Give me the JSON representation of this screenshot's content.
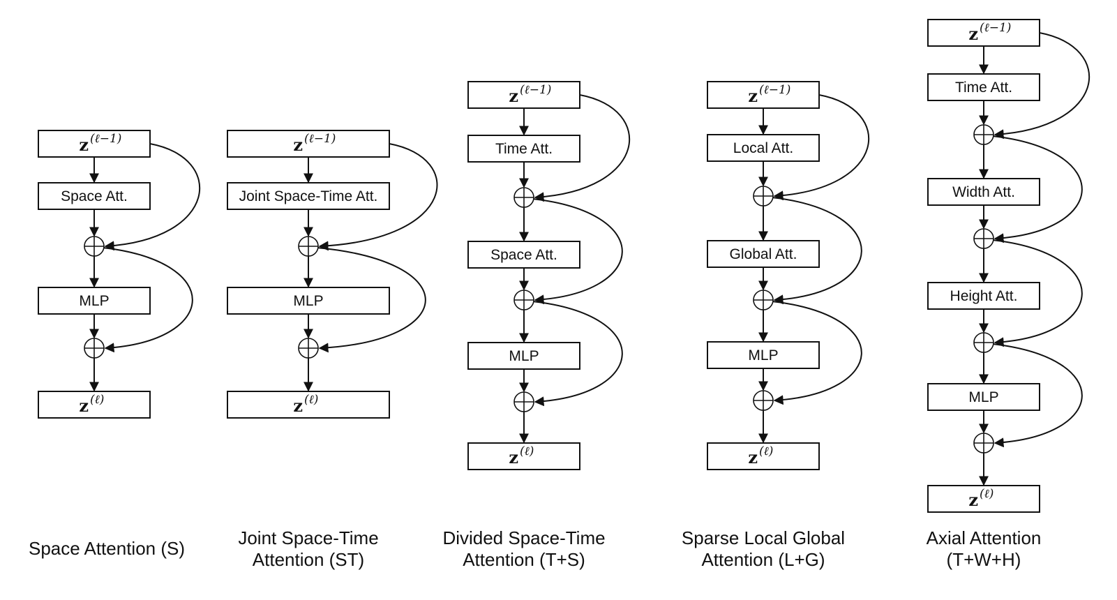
{
  "variants": [
    {
      "id": "space-attention",
      "caption": [
        "Space Attention (S)"
      ],
      "blocks": [
        {
          "type": "z",
          "base": "z",
          "sup": "(ℓ−1)"
        },
        {
          "type": "box",
          "label": "Space Att."
        },
        {
          "type": "add"
        },
        {
          "type": "box",
          "label": "MLP"
        },
        {
          "type": "add"
        },
        {
          "type": "z",
          "base": "z",
          "sup": "(ℓ)"
        }
      ]
    },
    {
      "id": "joint-space-time-attention",
      "caption": [
        "Joint Space-Time",
        "Attention (ST)"
      ],
      "blocks": [
        {
          "type": "z",
          "base": "z",
          "sup": "(ℓ−1)"
        },
        {
          "type": "box",
          "label": "Joint Space-Time Att."
        },
        {
          "type": "add"
        },
        {
          "type": "box",
          "label": "MLP"
        },
        {
          "type": "add"
        },
        {
          "type": "z",
          "base": "z",
          "sup": "(ℓ)"
        }
      ]
    },
    {
      "id": "divided-space-time-attention",
      "caption": [
        "Divided Space-Time",
        "Attention (T+S)"
      ],
      "blocks": [
        {
          "type": "z",
          "base": "z",
          "sup": "(ℓ−1)"
        },
        {
          "type": "box",
          "label": "Time Att."
        },
        {
          "type": "add"
        },
        {
          "type": "box",
          "label": "Space Att."
        },
        {
          "type": "add"
        },
        {
          "type": "box",
          "label": "MLP"
        },
        {
          "type": "add"
        },
        {
          "type": "z",
          "base": "z",
          "sup": "(ℓ)"
        }
      ]
    },
    {
      "id": "sparse-local-global-attention",
      "caption": [
        "Sparse Local Global",
        "Attention (L+G)"
      ],
      "blocks": [
        {
          "type": "z",
          "base": "z",
          "sup": "(ℓ−1)"
        },
        {
          "type": "box",
          "label": "Local Att."
        },
        {
          "type": "add"
        },
        {
          "type": "box",
          "label": "Global Att."
        },
        {
          "type": "add"
        },
        {
          "type": "box",
          "label": "MLP"
        },
        {
          "type": "add"
        },
        {
          "type": "z",
          "base": "z",
          "sup": "(ℓ)"
        }
      ]
    },
    {
      "id": "axial-attention",
      "caption": [
        "Axial Attention",
        "(T+W+H)"
      ],
      "blocks": [
        {
          "type": "z",
          "base": "z",
          "sup": "(ℓ−1)"
        },
        {
          "type": "box",
          "label": "Time Att."
        },
        {
          "type": "add"
        },
        {
          "type": "box",
          "label": "Width Att."
        },
        {
          "type": "add"
        },
        {
          "type": "box",
          "label": "Height Att."
        },
        {
          "type": "add"
        },
        {
          "type": "box",
          "label": "MLP"
        },
        {
          "type": "add"
        },
        {
          "type": "z",
          "base": "z",
          "sup": "(ℓ)"
        }
      ]
    }
  ]
}
